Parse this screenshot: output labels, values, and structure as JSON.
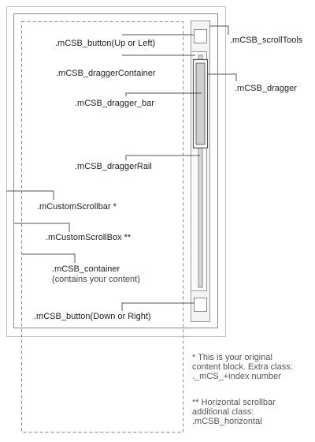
{
  "labels": {
    "button_up": ".mCSB_button(Up or Left)",
    "scroll_tools": ".mCSB_scrollTools",
    "dragger_container": ".mCSB_draggerContainer",
    "dragger": ".mCSB_dragger",
    "dragger_bar": ".mCSB_dragger_bar",
    "dragger_rail": ".mCSB_draggerRail",
    "custom_scrollbar": ".mCustomScrollbar *",
    "custom_scroll_box": ".mCustomScrollBox **",
    "container": ".mCSB_container",
    "container_note": "(contains your content)",
    "button_down": ".mCSB_button(Down or Right)"
  },
  "notes": {
    "note1": [
      "* This is your original",
      "content block. Extra class:",
      "._mCS_+index number"
    ],
    "note2": [
      "** Horizontal scrollbar",
      "additional class:",
      ".mCSB_horizontal"
    ]
  }
}
